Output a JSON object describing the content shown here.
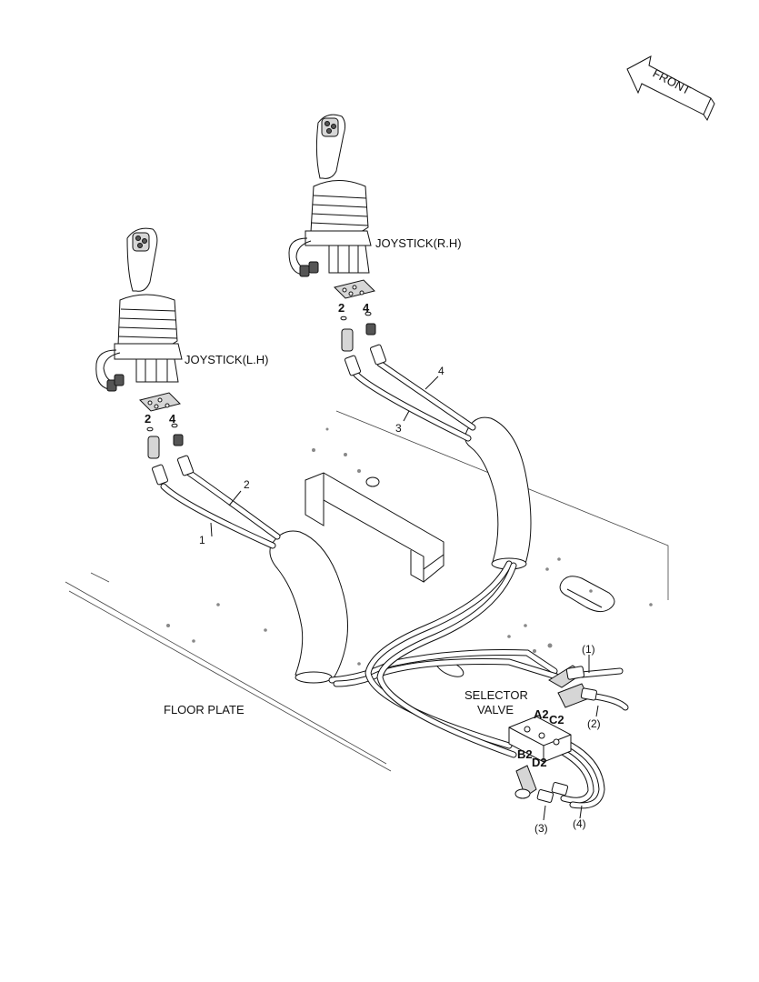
{
  "labels": {
    "front": "FRONT",
    "joystick_left": "JOYSTICK(L.H)",
    "joystick_right": "JOYSTICK(R.H)",
    "floor_plate": "FLOOR PLATE",
    "selector_valve_line1": "SELECTOR",
    "selector_valve_line2": "VALVE",
    "port_a2": "A2",
    "port_c2": "C2",
    "port_b2": "B2",
    "port_d2": "D2",
    "left_port_2": "2",
    "left_port_4": "4",
    "right_port_2": "2",
    "right_port_4": "4",
    "hose_1": "1",
    "hose_2": "2",
    "hose_3": "3",
    "hose_4": "4",
    "out_1": "(1)",
    "out_2": "(2)",
    "out_3": "(3)",
    "out_4": "(4)"
  }
}
